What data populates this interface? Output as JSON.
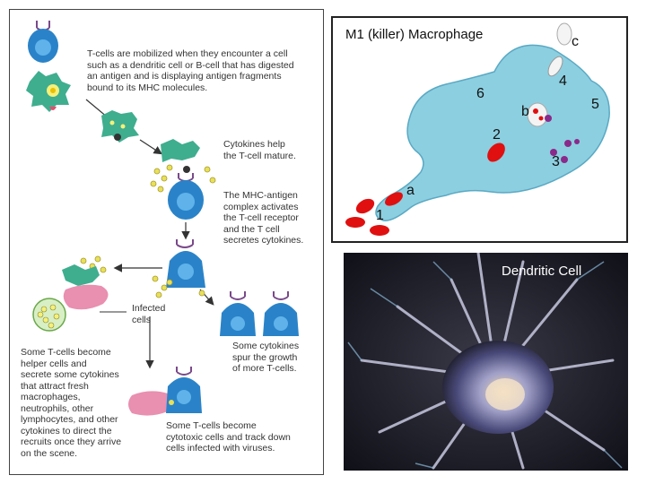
{
  "left_panel": {
    "captions": {
      "mobilized": "T-cells are mobilized when they encounter a cell\nsuch as a dendritic cell or B-cell that has digested\nan antigen and is displaying antigen fragments\nbound to its MHC molecules.",
      "cytokines_help": "Cytokines help\nthe T-cell mature.",
      "mhc_antigen": "The MHC-antigen\ncomplex activates\nthe T-cell receptor\nand the T cell\nsecretes cytokines.",
      "infected": "Infected\ncells",
      "helper": "Some T-cells become\nhelper cells and\nsecrete some cytokines\nthat attract fresh\nmacrophages,\nneutrophils, other\nlymphocytes, and other\ncytokines to direct the\nrecruits once they arrive\non the scene.",
      "spur": "Some cytokines\nspur the growth\nof more T-cells.",
      "cytotoxic": "Some T-cells become\ncytotoxic cells and track down\ncells infected with viruses."
    }
  },
  "macrophage_panel": {
    "title": "M1 (killer) Macrophage",
    "labels": {
      "n1": "1",
      "n2": "2",
      "n3": "3",
      "n4": "4",
      "n5": "5",
      "n6": "6",
      "a": "a",
      "b": "b",
      "c": "c"
    },
    "colors": {
      "cell": "#8ccfe0",
      "cell_edge": "#5aa9c4",
      "bacteria": "#e01010",
      "granule": "#8a2a8a"
    }
  },
  "dendritic_panel": {
    "label": "Dendritic Cell"
  },
  "colors": {
    "tcell": "#2a83c8",
    "dendritic": "#3fae8e",
    "infected": "#e98fb0",
    "cytokine": "#e8e05a"
  }
}
